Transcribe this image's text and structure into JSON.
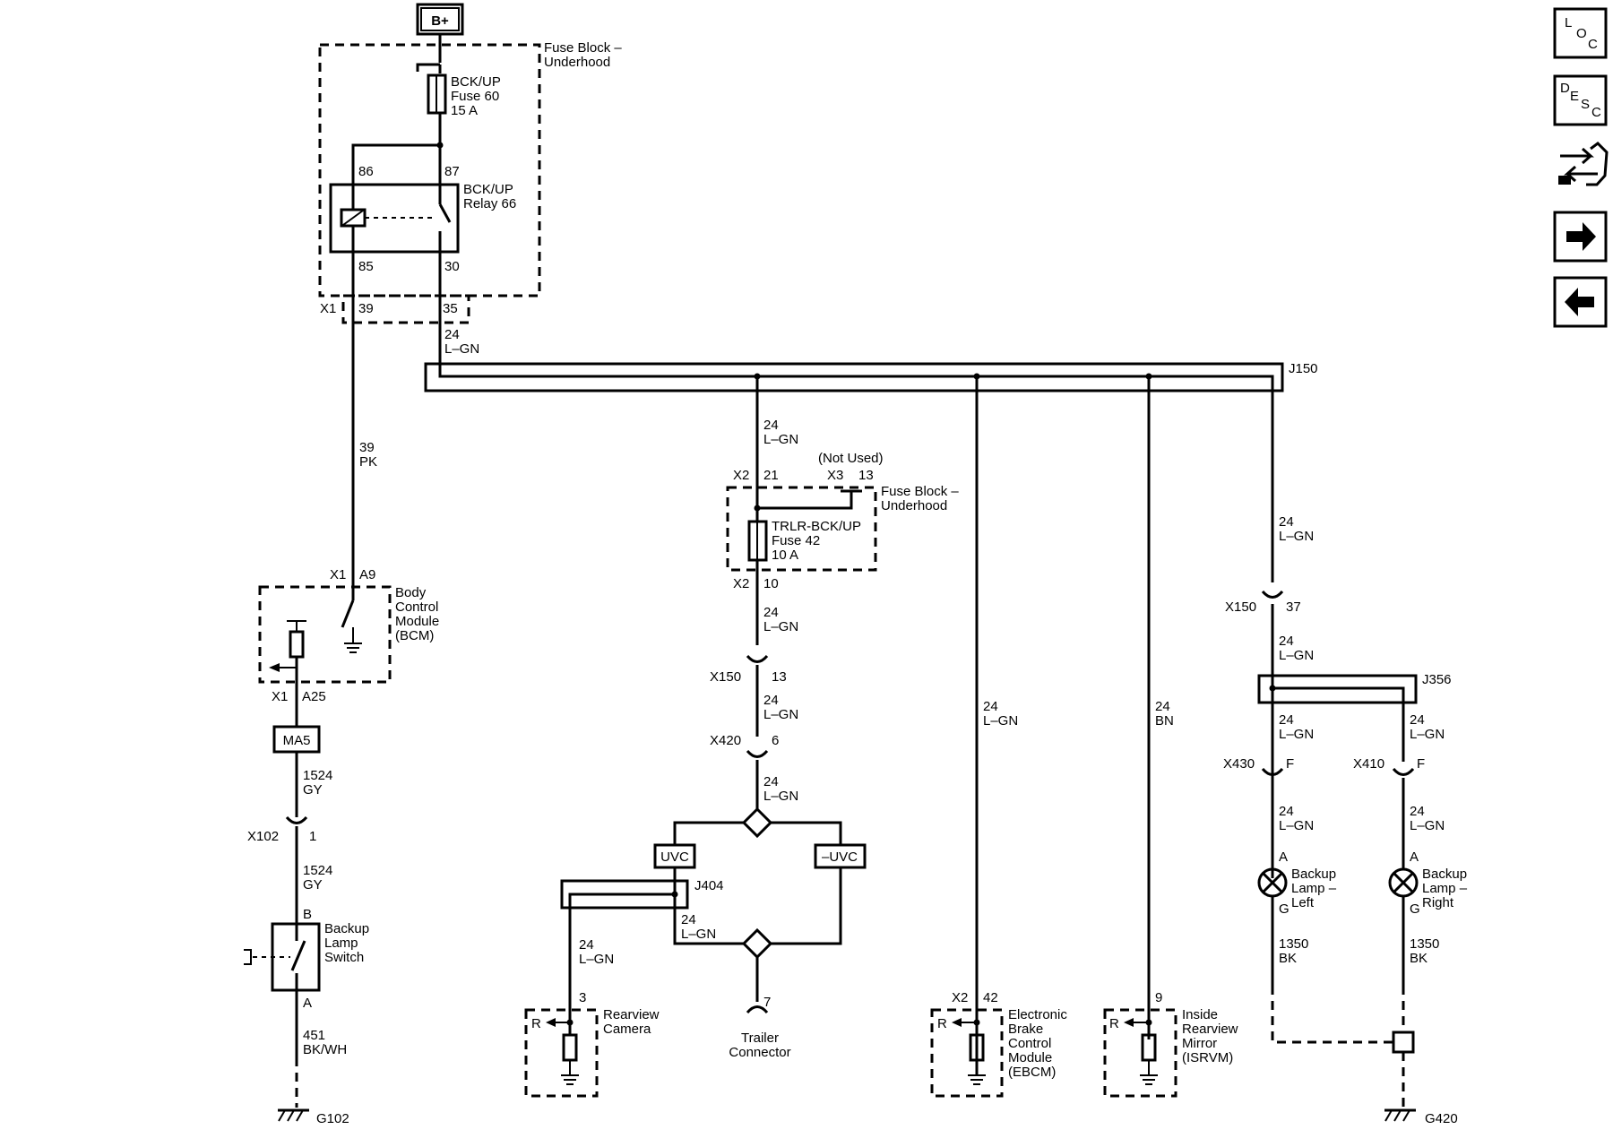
{
  "power": {
    "source": "B+"
  },
  "fuse_block_top": {
    "label": [
      "Fuse Block –",
      "Underhood"
    ],
    "fuse60": [
      "BCK/UP",
      "Fuse 60",
      "15 A"
    ],
    "relay": [
      "BCK/UP",
      "Relay 66"
    ],
    "pins": {
      "p86": "86",
      "p87": "87",
      "p85": "85",
      "p30": "30"
    },
    "connector": {
      "name": "X1",
      "pin_a": "39",
      "pin_b": "35"
    }
  },
  "wires": {
    "w_24_lgn": [
      "24",
      "L–GN"
    ],
    "w_39_pk": [
      "39",
      "PK"
    ],
    "w_1524_gy": [
      "1524",
      "GY"
    ],
    "w_451": [
      "451",
      "BK/WH"
    ],
    "w_1350": [
      "1350",
      "BK"
    ],
    "w_24_bn": [
      "24",
      "BN"
    ]
  },
  "splices": {
    "j150": "J150",
    "j356": "J356",
    "j404": "J404"
  },
  "bcm": {
    "label": [
      "Body",
      "Control",
      "Module",
      "(BCM)"
    ],
    "top_conn": "X1",
    "top_pin": "A9",
    "bottom_conn": "X1",
    "bottom_pin": "A25"
  },
  "ma5": "MA5",
  "x102": {
    "name": "X102",
    "pin": "1"
  },
  "switch": {
    "label": [
      "Backup",
      "Lamp",
      "Switch"
    ],
    "pin_b": "B",
    "pin_a": "A"
  },
  "ground_g102": "G102",
  "ground_g420": "G420",
  "fuse_block_mid": {
    "not_used": "(Not Used)",
    "x2": "X2",
    "pin21": "21",
    "x3": "X3",
    "pin13": "13",
    "label": [
      "Fuse Block –",
      "Underhood"
    ],
    "fuse42": [
      "TRLR-BCK/UP",
      "Fuse 42",
      "10 A"
    ],
    "x2b": "X2",
    "pin10": "10"
  },
  "x150_mid": {
    "name": "X150",
    "pin": "13"
  },
  "x420": {
    "name": "X420",
    "pin": "6"
  },
  "uvc": "UVC",
  "not_uvc": "–UVC",
  "camera": {
    "pin": "3",
    "r": "R",
    "label": [
      "Rearview",
      "Camera"
    ]
  },
  "trailer": {
    "pin": "7",
    "label": [
      "Trailer",
      "Connector"
    ]
  },
  "ebcm": {
    "conn": "X2",
    "pin": "42",
    "r": "R",
    "label": [
      "Electronic",
      "Brake",
      "Control",
      "Module",
      "(EBCM)"
    ]
  },
  "isrvm": {
    "pin": "9",
    "r": "R",
    "label": [
      "Inside",
      "Rearview",
      "Mirror",
      "(ISRVM)"
    ]
  },
  "x150_right": {
    "name": "X150",
    "pin": "37"
  },
  "x430": {
    "name": "X430",
    "pin": "F"
  },
  "x410": {
    "name": "X410",
    "pin": "F"
  },
  "lamp_left": {
    "pin_a": "A",
    "pin_g": "G",
    "label": [
      "Backup",
      "Lamp –",
      "Left"
    ]
  },
  "lamp_right": {
    "pin_a": "A",
    "pin_g": "G",
    "label": [
      "Backup",
      "Lamp –",
      "Right"
    ]
  },
  "nav": {
    "loc": [
      "L",
      "O",
      "C"
    ],
    "desc": [
      "D",
      "E",
      "S",
      "C"
    ],
    "icons": [
      "connector-icon",
      "arrow-right-icon",
      "arrow-left-icon"
    ]
  }
}
